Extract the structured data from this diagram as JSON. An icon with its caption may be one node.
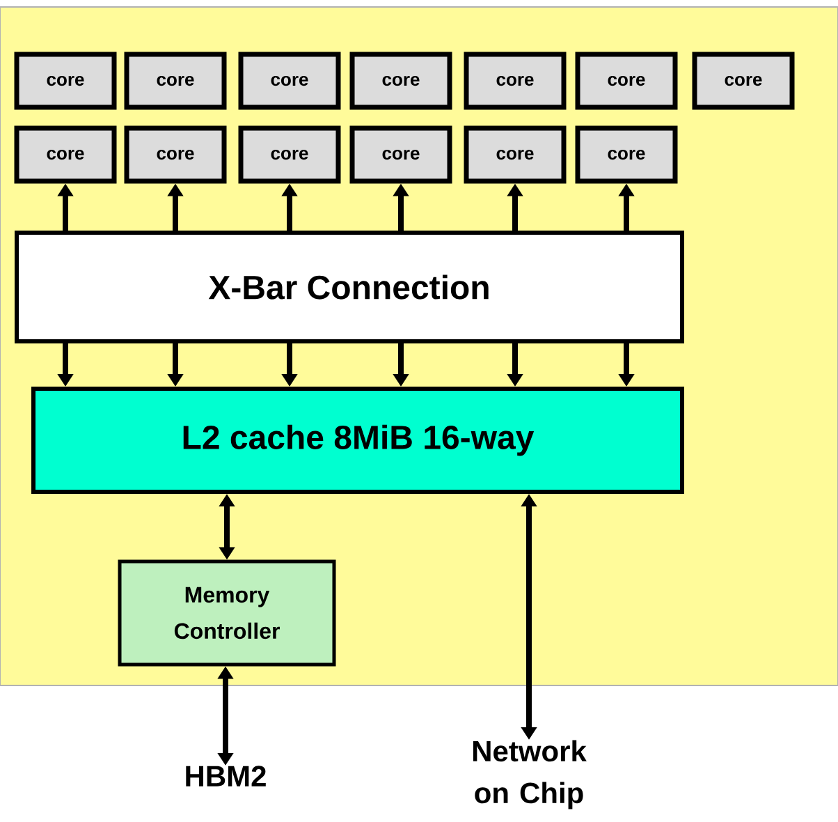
{
  "diagram": {
    "nodes": [
      {
        "text": [
          "core"
        ]
      },
      {
        "text": [
          "core"
        ]
      },
      {
        "text": [
          "core"
        ]
      },
      {
        "text": [
          "core"
        ]
      },
      {
        "text": [
          "core"
        ]
      },
      {
        "text": [
          "core"
        ]
      },
      {
        "text": [
          "core"
        ]
      },
      {
        "text": [
          "core"
        ]
      },
      {
        "text": [
          "core"
        ]
      },
      {
        "text": [
          "core"
        ]
      },
      {
        "text": [
          "core"
        ]
      },
      {
        "text": [
          "core"
        ]
      },
      {
        "text": [
          "core"
        ]
      },
      {
        "text": [
          "X-Bar Connection"
        ]
      },
      {
        "text": [
          "L2 cache 8MiB 16-way"
        ]
      },
      {
        "text": [
          "Memory Controller"
        ]
      },
      {
        "text": [
          "HBM2"
        ]
      },
      {
        "text": [
          "Network on Chip"
        ]
      }
    ],
    "edges": [
      {
        "from": 13,
        "to": 7,
        "arrow": "to"
      },
      {
        "from": 13,
        "to": 8,
        "arrow": "to"
      },
      {
        "from": 13,
        "to": 9,
        "arrow": "to"
      },
      {
        "from": 13,
        "to": 10,
        "arrow": "to"
      },
      {
        "from": 13,
        "to": 11,
        "arrow": "to"
      },
      {
        "from": 13,
        "to": 12,
        "arrow": "to"
      },
      {
        "from": 13,
        "to": 14,
        "arrow": "to"
      },
      {
        "from": 13,
        "to": 14,
        "arrow": "to"
      },
      {
        "from": 13,
        "to": 14,
        "arrow": "to"
      },
      {
        "from": 13,
        "to": 14,
        "arrow": "to"
      },
      {
        "from": 13,
        "to": 14,
        "arrow": "to"
      },
      {
        "from": 13,
        "to": 14,
        "arrow": "to"
      },
      {
        "from": 14,
        "to": 15,
        "arrow": "both"
      },
      {
        "from": 15,
        "to": 16,
        "arrow": "both"
      },
      {
        "from": 14,
        "to": 17,
        "arrow": "both"
      }
    ]
  }
}
